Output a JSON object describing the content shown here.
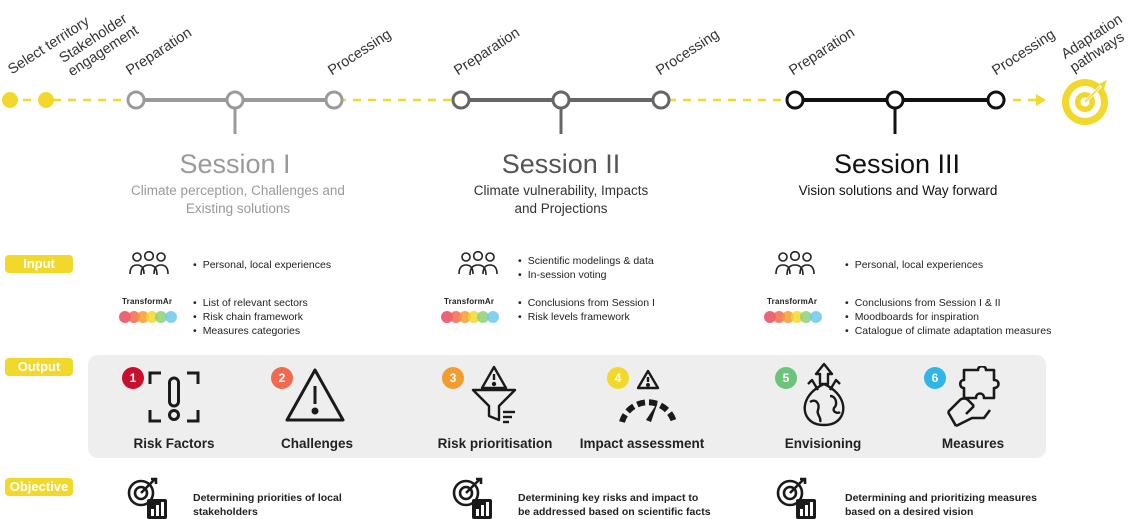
{
  "timeline": {
    "pre_steps": [
      "Select territory",
      [
        "Stakeholder",
        "engagement"
      ]
    ],
    "phase_labels": {
      "preparation": "Preparation",
      "processing": "Processing"
    },
    "end_label": [
      "Adaptation",
      "pathways"
    ]
  },
  "sessions": [
    {
      "title": "Session I",
      "subtitle": [
        "Climate perception, Challenges and",
        "Existing solutions"
      ],
      "color": "#9a9a9a"
    },
    {
      "title": "Session II",
      "subtitle": [
        "Climate vulnerability, Impacts",
        "and Projections"
      ],
      "color": "#666666"
    },
    {
      "title": "Session III",
      "subtitle": [
        "Vision solutions and Way forward",
        ""
      ],
      "color": "#111111"
    }
  ],
  "row_labels": {
    "input": "Input",
    "output": "Output",
    "objective": "Objective"
  },
  "transformar_label": "TransformAr",
  "inputs": [
    {
      "people": [
        "Personal, local experiences"
      ],
      "transformar": [
        "List of relevant sectors",
        "Risk chain framework",
        "Measures categories"
      ]
    },
    {
      "people": [
        "Scientific modelings & data",
        "In-session voting"
      ],
      "transformar": [
        "Conclusions from Session I",
        "Risk levels framework"
      ]
    },
    {
      "people": [
        "Personal, local experiences"
      ],
      "transformar": [
        "Conclusions from Session I & II",
        "Moodboards for inspiration",
        "Catalogue of climate adaptation measures"
      ]
    }
  ],
  "outputs": [
    {
      "num": "1",
      "label": "Risk Factors",
      "icon": "risk-factors-icon",
      "color": "#c8102e"
    },
    {
      "num": "2",
      "label": "Challenges",
      "icon": "warning-triangle-icon",
      "color": "#f06a50"
    },
    {
      "num": "3",
      "label": "Risk prioritisation",
      "icon": "funnel-icon",
      "color": "#f39c2f"
    },
    {
      "num": "4",
      "label": "Impact assessment",
      "icon": "gauge-icon",
      "color": "#f2d82a"
    },
    {
      "num": "5",
      "label": "Envisioning",
      "icon": "globe-icon",
      "color": "#6cc47a"
    },
    {
      "num": "6",
      "label": "Measures",
      "icon": "puzzle-hand-icon",
      "color": "#2fb5e8"
    }
  ],
  "objectives": [
    [
      "Determining priorities of local",
      "stakeholders"
    ],
    [
      "Determining key risks and impact to",
      "be addressed based on scientific facts"
    ],
    [
      "Determining and prioritizing measures",
      "based on a desired vision"
    ]
  ],
  "colors": {
    "accent_yellow": "#f2d82a",
    "box_gray": "#eeeeee"
  }
}
